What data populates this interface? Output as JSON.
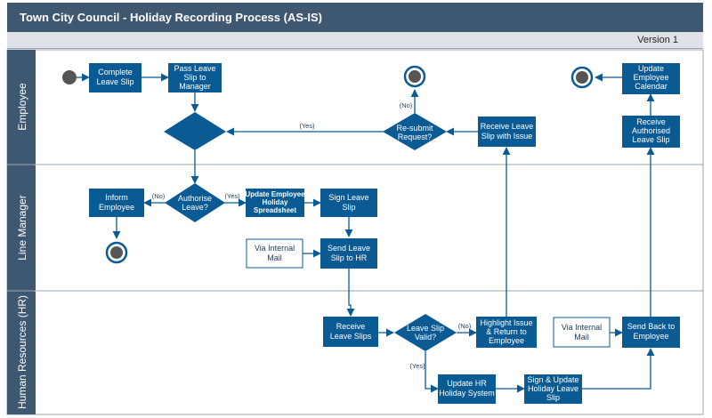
{
  "header": {
    "title": "Town City Council - Holiday Recording Process (AS-IS)",
    "version": "Version 1"
  },
  "lanes": {
    "employee": "Employee",
    "line_manager": "Line Manager",
    "hr": "Human Resources (HR)"
  },
  "nodes": {
    "complete_leave_slip": [
      "Complete",
      "Leave Slip"
    ],
    "pass_leave_slip": [
      "Pass Leave",
      "Slip to",
      "Manager"
    ],
    "resubmit_request": [
      "Re-submit",
      "Request?"
    ],
    "receive_leave_slip_issue": [
      "Receive Leave",
      "Slip with Issue"
    ],
    "update_employee_calendar": [
      "Update",
      "Employee",
      "Calendar"
    ],
    "receive_authorised_slip": [
      "Receive",
      "Authorised",
      "Leave Slip"
    ],
    "inform_employee": [
      "Inform",
      "Employee"
    ],
    "authorise_leave": [
      "Authorise",
      "Leave?"
    ],
    "update_employee_spreadsheet": [
      "Update Employee",
      "Holiday",
      "Spreadsheet"
    ],
    "sign_leave_slip": [
      "Sign Leave",
      "Slip"
    ],
    "via_internal_mail_1": [
      "Via Internal",
      "Mail"
    ],
    "send_leave_slip_hr": [
      "Send Leave",
      "Slip to HR"
    ],
    "receive_leave_slips": [
      "Receive",
      "Leave Slips"
    ],
    "leave_slip_valid": [
      "Leave Slip",
      "Valid?"
    ],
    "highlight_issue": [
      "Highlight Issue",
      "& Return to",
      "Employee"
    ],
    "via_internal_mail_2": [
      "Via Internal",
      "Mail"
    ],
    "send_back_employee": [
      "Send Back to",
      "Employee"
    ],
    "update_hr_system": [
      "Update HR",
      "Holiday System"
    ],
    "sign_update_slip": [
      "Sign & Update",
      "Holiday Leave",
      "Slip"
    ]
  },
  "edge_labels": {
    "yes_resubmit": "(Yes)",
    "no_resubmit": "(No)",
    "no_authorise": "(No)",
    "yes_authorise": "(Yes)",
    "no_valid": "(No)",
    "yes_valid": "(Yes)"
  },
  "colors": {
    "header": "#3f5872",
    "lane": "#3f5872",
    "node": "#0a5b94",
    "background": "#ffffff"
  }
}
